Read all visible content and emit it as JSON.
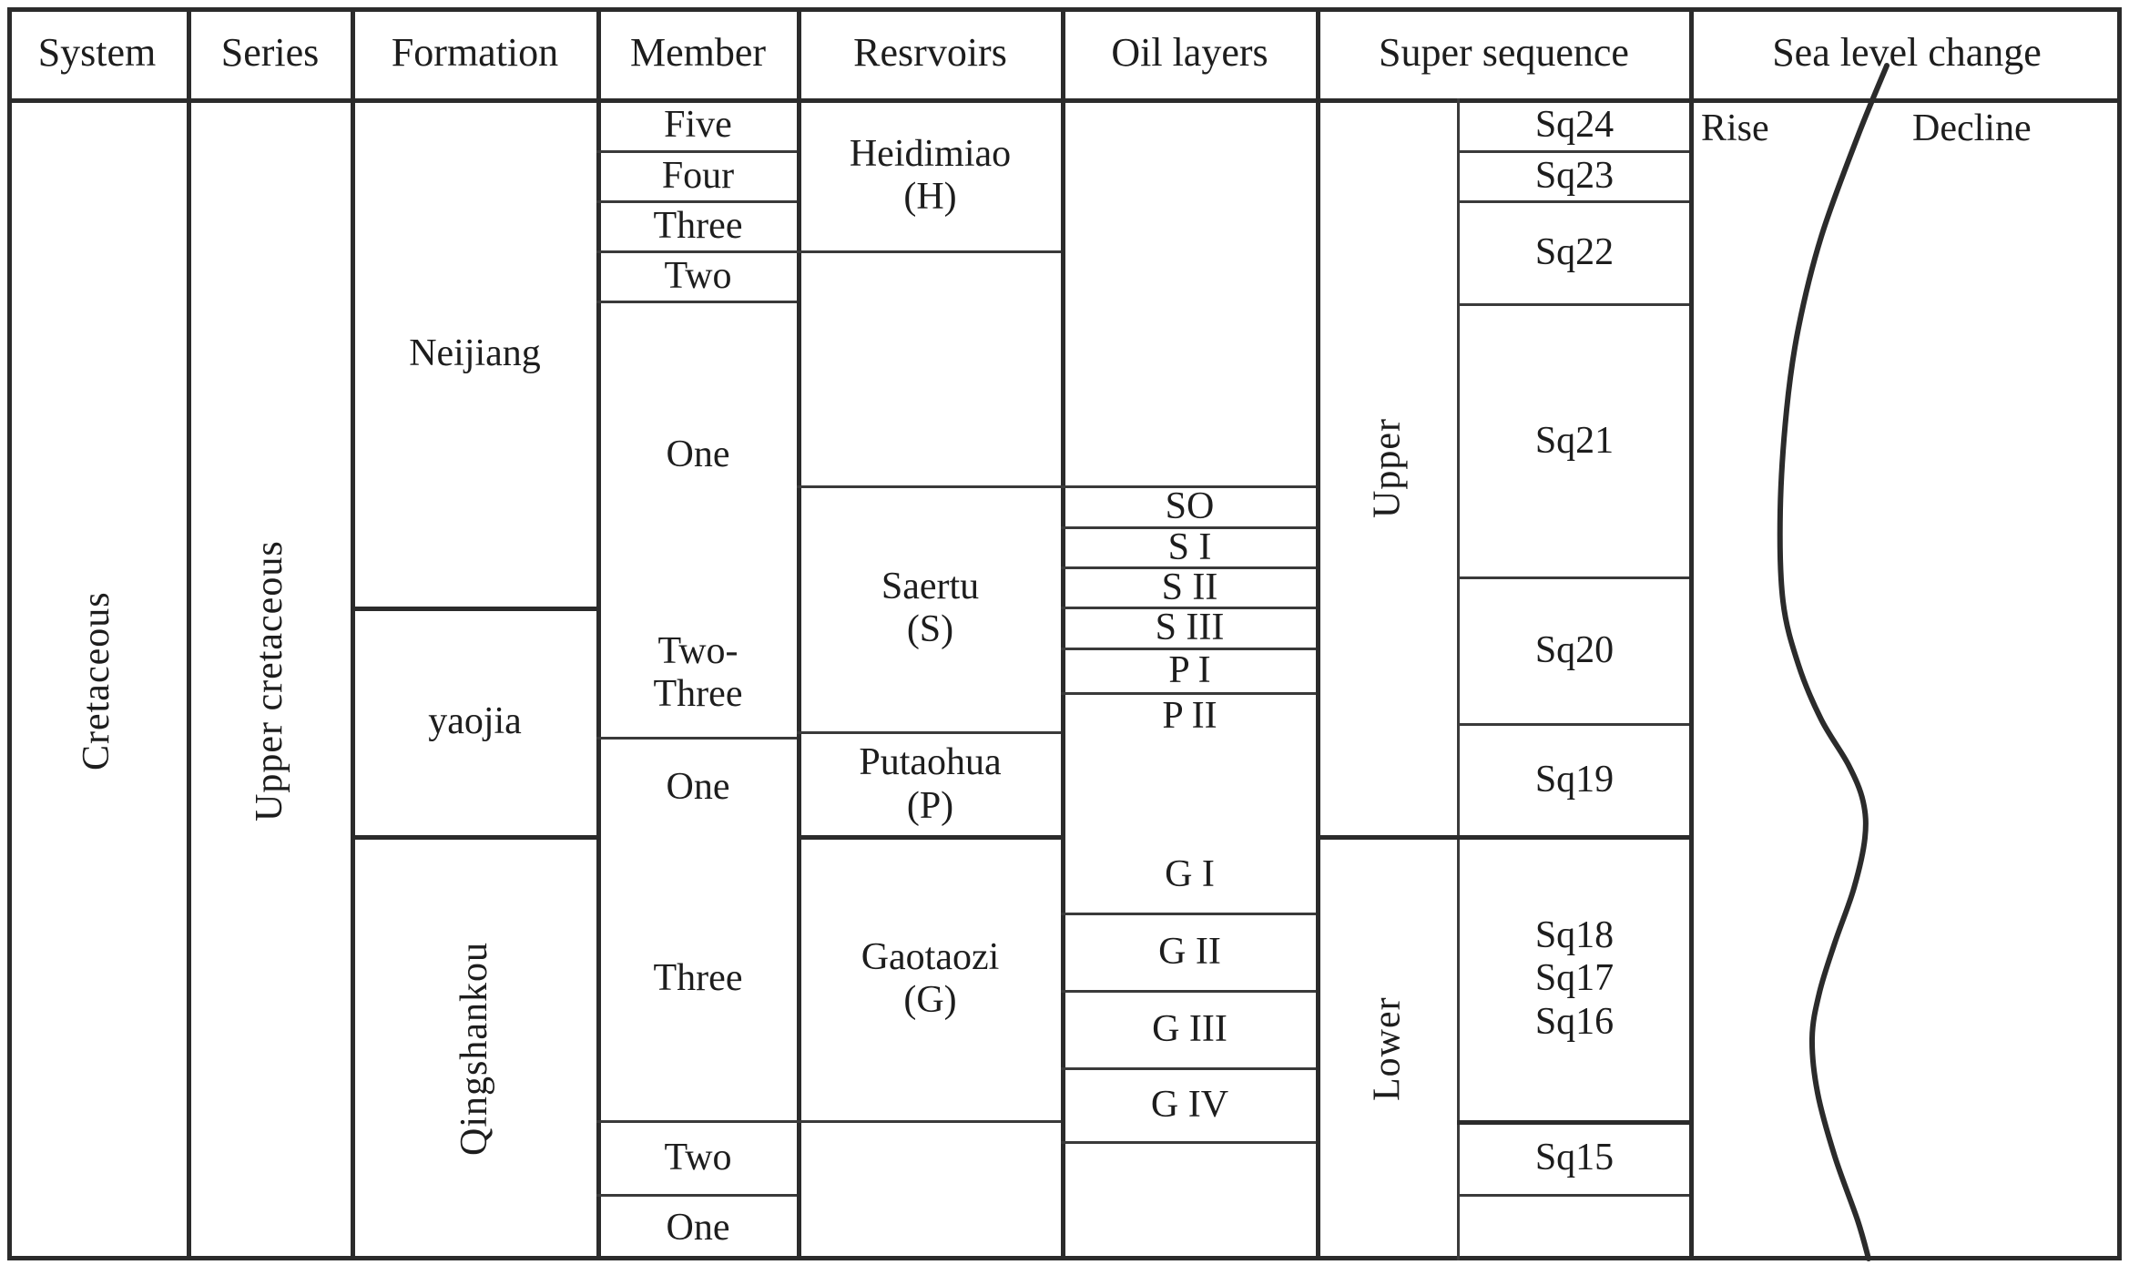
{
  "figure": {
    "kind": "stratigraphic-column-table",
    "columns": [
      {
        "key": "system",
        "label": "System"
      },
      {
        "key": "series",
        "label": "Series"
      },
      {
        "key": "formation",
        "label": "Formation"
      },
      {
        "key": "member",
        "label": "Member"
      },
      {
        "key": "reservoirs",
        "label": "Resrvoirs"
      },
      {
        "key": "oil_layers",
        "label": "Oil layers"
      },
      {
        "key": "super_sequence",
        "label": "Super sequence"
      },
      {
        "key": "sea_level",
        "label": "Sea level change"
      }
    ]
  },
  "system": [
    {
      "label": "Cretaceous"
    }
  ],
  "series": [
    {
      "label": "Upper cretaceous"
    }
  ],
  "formation": [
    {
      "label": "Neijiang"
    },
    {
      "label": "yaojia"
    },
    {
      "label": "Qingshankou"
    }
  ],
  "member": [
    {
      "label": "Five"
    },
    {
      "label": "Four"
    },
    {
      "label": "Three"
    },
    {
      "label": "Two"
    },
    {
      "label": "One"
    },
    {
      "label": "Two-\nThree"
    },
    {
      "label": "One"
    },
    {
      "label": "Three"
    },
    {
      "label": "Two"
    },
    {
      "label": "One"
    }
  ],
  "reservoirs": [
    {
      "label": "Heidimiao\n(H)"
    },
    {
      "label": "Saertu\n(S)"
    },
    {
      "label": "Putaohua\n(P)"
    },
    {
      "label": "Gaotaozi\n(G)"
    }
  ],
  "oil_layers": [
    {
      "label": "SO"
    },
    {
      "label": "S I"
    },
    {
      "label": "S II"
    },
    {
      "label": "S III"
    },
    {
      "label": "P I"
    },
    {
      "label": "P II"
    },
    {
      "label": "G I"
    },
    {
      "label": "G II"
    },
    {
      "label": "G III"
    },
    {
      "label": "G IV"
    }
  ],
  "super_sequence": {
    "groups": [
      {
        "label": "Upper"
      },
      {
        "label": "Lower"
      }
    ],
    "sequences": [
      {
        "label": "Sq24"
      },
      {
        "label": "Sq23"
      },
      {
        "label": "Sq22"
      },
      {
        "label": "Sq21"
      },
      {
        "label": "Sq20"
      },
      {
        "label": "Sq19"
      },
      {
        "label": "Sq18\nSq17\nSq16"
      },
      {
        "label": "Sq15"
      }
    ]
  },
  "sea_level": {
    "rise_label": "Rise",
    "decline_label": "Decline",
    "curve_color": "#2b2b2b",
    "curve_points": [
      {
        "x": 2072,
        "y": 72
      },
      {
        "x": 2040,
        "y": 150
      },
      {
        "x": 2000,
        "y": 260
      },
      {
        "x": 1975,
        "y": 360
      },
      {
        "x": 1962,
        "y": 450
      },
      {
        "x": 1955,
        "y": 560
      },
      {
        "x": 1958,
        "y": 660
      },
      {
        "x": 1975,
        "y": 730
      },
      {
        "x": 2000,
        "y": 790
      },
      {
        "x": 2030,
        "y": 840
      },
      {
        "x": 2046,
        "y": 880
      },
      {
        "x": 2048,
        "y": 920
      },
      {
        "x": 2036,
        "y": 975
      },
      {
        "x": 2015,
        "y": 1035
      },
      {
        "x": 1998,
        "y": 1090
      },
      {
        "x": 1990,
        "y": 1140
      },
      {
        "x": 1996,
        "y": 1200
      },
      {
        "x": 2015,
        "y": 1270
      },
      {
        "x": 2040,
        "y": 1340
      },
      {
        "x": 2052,
        "y": 1382
      }
    ]
  },
  "colors": {
    "line": "#3a3a3a",
    "line_strong": "#2b2b2b",
    "text": "#1d1d1d",
    "background": "#ffffff"
  }
}
